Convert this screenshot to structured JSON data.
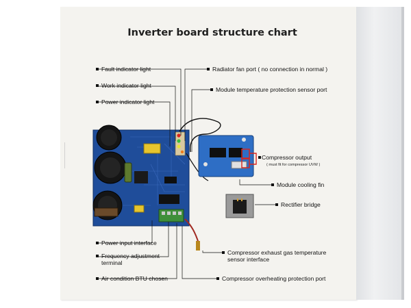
{
  "title": "Inverter board structure chart",
  "labels": {
    "fault_light": "Fault indicator light",
    "work_light": "Work indicator light",
    "power_light": "Power indicator light",
    "radiator_fan": "Radiator fan port ( no connection in normal )",
    "module_temp": "Module temperature protection sensor port",
    "compressor_output": "Compressor output",
    "compressor_output_note": "( must fit for compressor UVW )",
    "cooling_fin": "Module cooling fin",
    "rectifier": "Rectifier bridge",
    "power_input": "Power input interface",
    "freq_adjust_1": "Frequency adjustment",
    "freq_adjust_2": "terminal",
    "exhaust_1": "Compressor exhaust gas temperature",
    "exhaust_2": "sensor interface",
    "btu": "Air condition BTU chosen",
    "overheat": "Compressor overheating protection port"
  },
  "colors": {
    "pcb_blue": "#1f4d9a",
    "callout_red": "#d9251d",
    "capacitor": "#151515",
    "terminal_green": "#3f8f3a",
    "heatsink": "#9a9a9a"
  }
}
